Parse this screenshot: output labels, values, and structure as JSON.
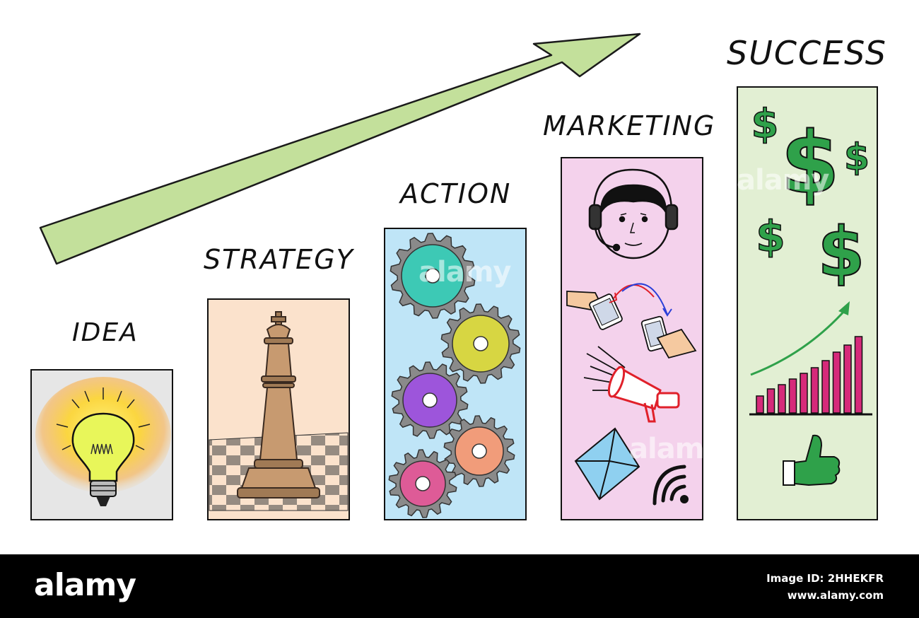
{
  "steps": {
    "idea": {
      "label": "IDEA",
      "panel_color": "#e6e6e6"
    },
    "strategy": {
      "label": "STRATEGY",
      "panel_color": "#fbe2cc"
    },
    "action": {
      "label": "ACTION",
      "panel_color": "#bfe5f7"
    },
    "marketing": {
      "label": "MARKETING",
      "panel_color": "#f4d2ec"
    },
    "success": {
      "label": "SUCCESS",
      "panel_color": "#e2efd3"
    }
  },
  "success": {
    "dollar_sign": "$"
  },
  "arrow_color": "#c3e09b",
  "gear_colors": [
    "#3dc9b5",
    "#d7d642",
    "#9d55db",
    "#f19c7a",
    "#de5b97"
  ],
  "footer": {
    "brand": "alamy",
    "image_id_label": "Image ID: 2HHEKFR",
    "url": "www.alamy.com"
  },
  "watermark": "alamy"
}
